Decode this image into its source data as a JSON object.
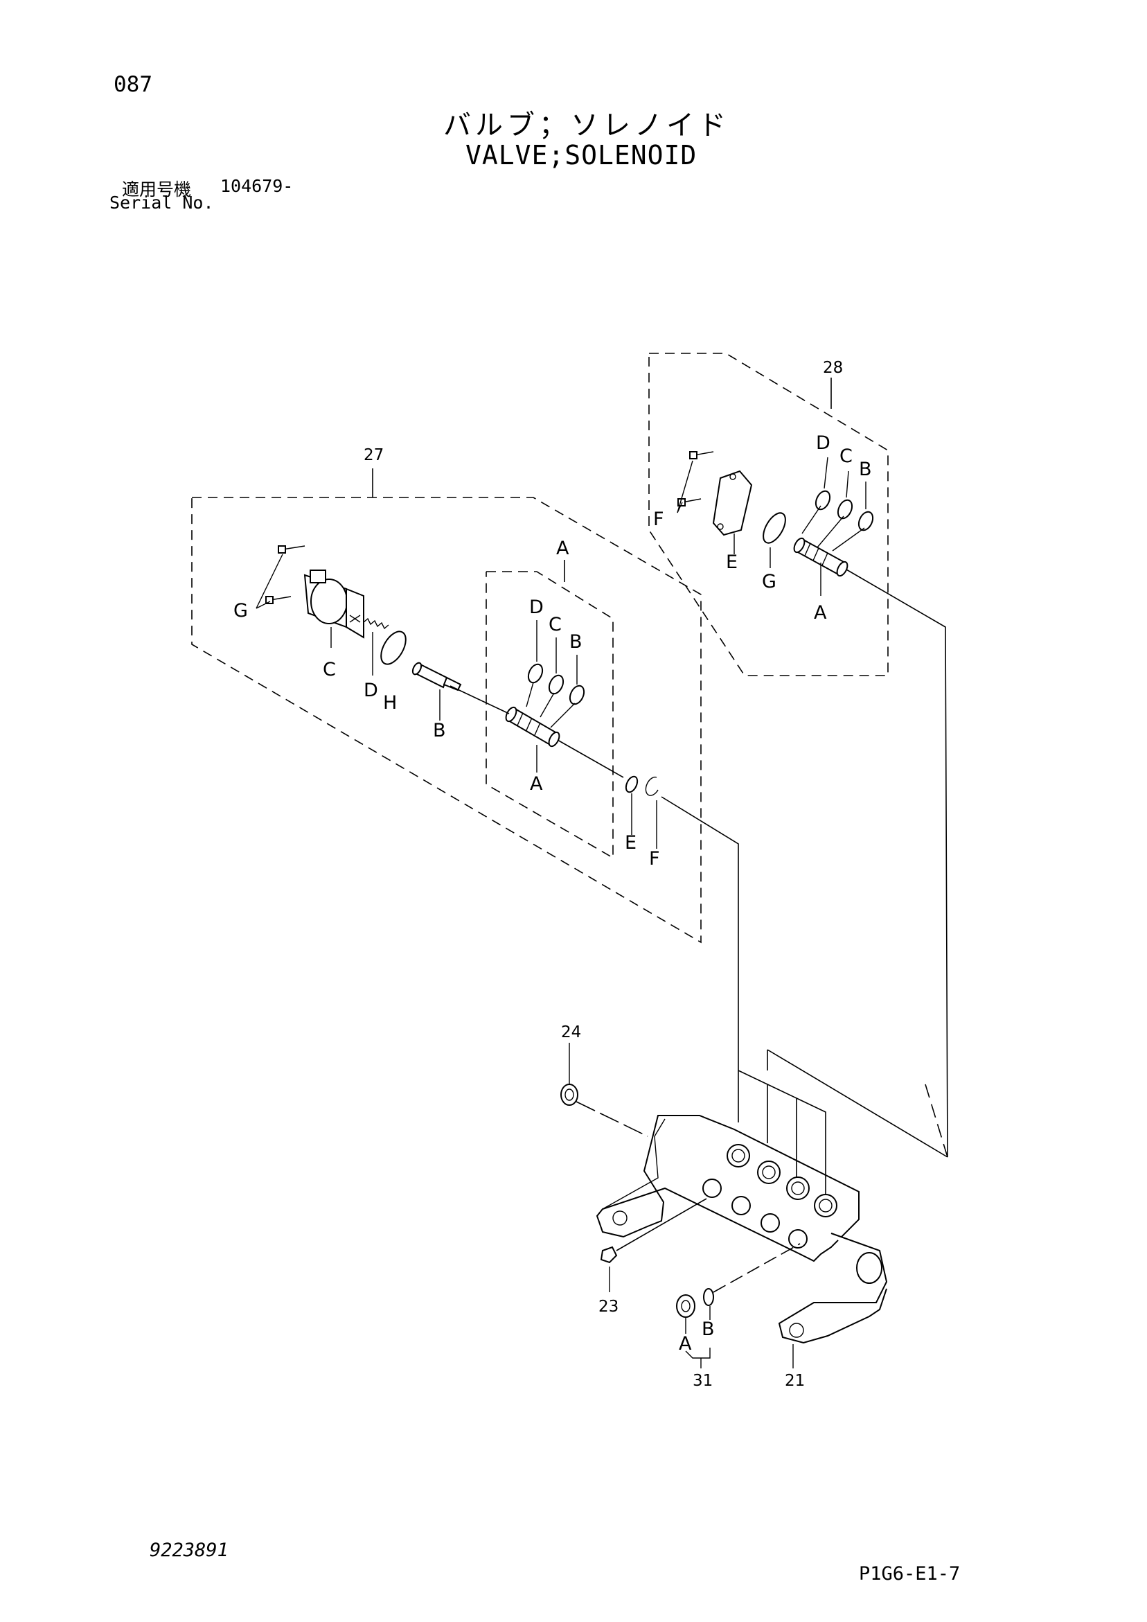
{
  "header": {
    "page_number": "087",
    "title_jp": "バルブ；ソレノイド",
    "title_en": "VALVE;SOLENOID",
    "serial_label_jp": "適用号機",
    "serial_value": "104679-",
    "serial_label_en": "Serial No."
  },
  "footer": {
    "drawing_number": "9223891",
    "page_code": "P1G6-E1-7"
  },
  "callouts": {
    "n27": "27",
    "n28": "28",
    "n24": "24",
    "n23": "23",
    "n21": "21",
    "n31": "31",
    "g27": "G",
    "c27": "C",
    "d27": "D",
    "h27": "H",
    "b27": "B",
    "a27_top": "A",
    "a27_d": "D",
    "a27_c": "C",
    "a27_b": "B",
    "a27_bottom": "A",
    "e27": "E",
    "f27": "F",
    "d28": "D",
    "c28": "C",
    "b28": "B",
    "f28": "F",
    "e28": "E",
    "g28": "G",
    "a28": "A",
    "a31": "A",
    "b31": "B"
  }
}
